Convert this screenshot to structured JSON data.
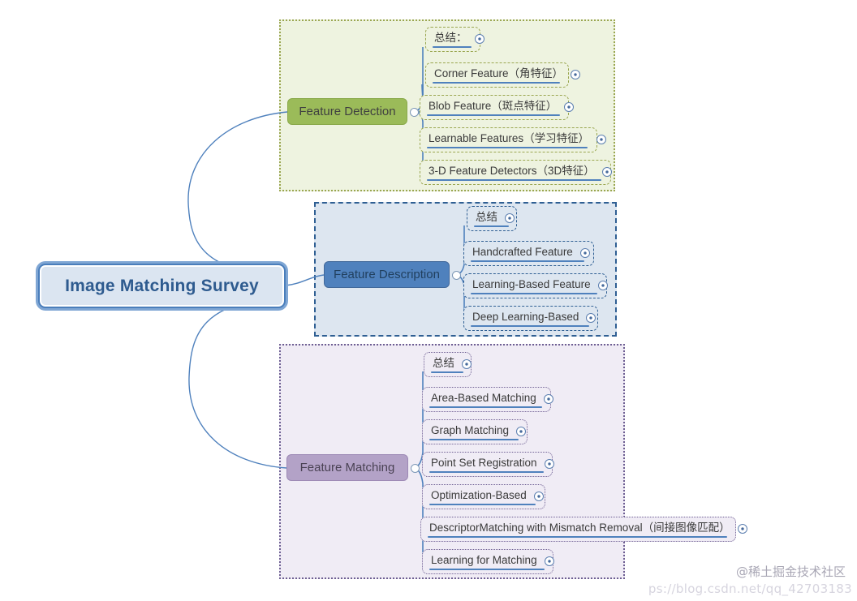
{
  "root": {
    "label": "Image Matching Survey"
  },
  "branches": [
    {
      "key": "detection",
      "label": "Feature Detection",
      "color": "#9bbb59",
      "border_color": "#9aa650",
      "fill_color": "#eef3e0",
      "children": [
        {
          "label": "总结：",
          "icon": "expand-icon"
        },
        {
          "label": "Corner Feature（角特征）",
          "icon": "expand-icon"
        },
        {
          "label": "Blob Feature（斑点特征）",
          "icon": "expand-icon"
        },
        {
          "label": "Learnable Features（学习特征）",
          "icon": "expand-icon"
        },
        {
          "label": "3-D Feature Detectors（3D特征）",
          "icon": "expand-icon"
        }
      ]
    },
    {
      "key": "description",
      "label": "Feature Description",
      "color": "#4f81bd",
      "border_color": "#2f5f93",
      "fill_color": "#dde6f0",
      "children": [
        {
          "label": "总结",
          "icon": "expand-icon"
        },
        {
          "label": "Handcrafted Feature",
          "icon": "expand-icon"
        },
        {
          "label": "Learning-Based Feature",
          "icon": "expand-icon"
        },
        {
          "label": "Deep Learning-Based",
          "icon": "expand-icon"
        }
      ]
    },
    {
      "key": "matching",
      "label": "Feature Matching",
      "color": "#b3a2c7",
      "border_color": "#6e5f93",
      "fill_color": "#f0ecf5",
      "children": [
        {
          "label": "总结",
          "icon": "expand-icon"
        },
        {
          "label": "Area-Based Matching",
          "icon": "expand-icon"
        },
        {
          "label": "Graph Matching",
          "icon": "expand-icon"
        },
        {
          "label": "Point Set Registration",
          "icon": "expand-icon"
        },
        {
          "label": "Optimization-Based",
          "icon": "expand-icon"
        },
        {
          "label": "DescriptorMatching with Mismatch Removal（间接图像匹配）",
          "icon": "expand-icon"
        },
        {
          "label": "Learning for Matching",
          "icon": "expand-icon"
        }
      ]
    }
  ],
  "watermark": {
    "primary": "@稀土掘金技术社区",
    "secondary": "ps://blog.csdn.net/qq_42703183"
  },
  "colors": {
    "link_line": "#4f81bd",
    "root_text": "#2e5b8f",
    "root_fill": "#dbe5f1",
    "root_border": "#4a7ebb",
    "leaf_underline": "#4f81bd"
  }
}
